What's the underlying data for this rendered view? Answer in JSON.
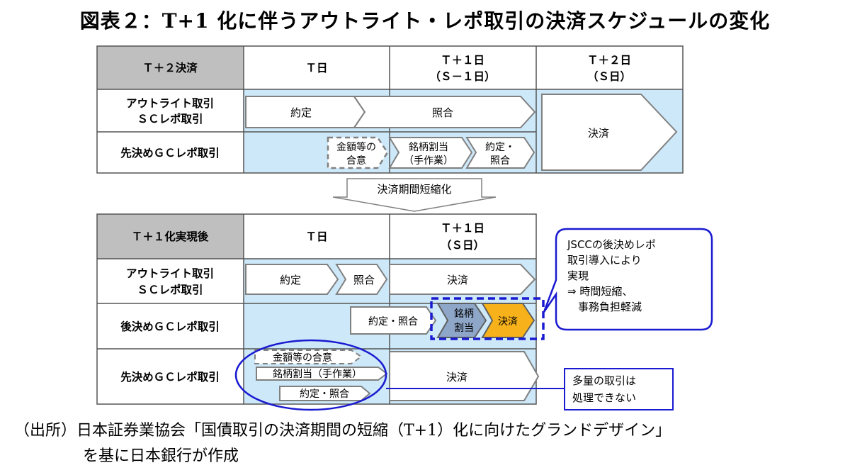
{
  "title": "図表２：T+1 化に伴うアウトライト・レポ取引の決済スケジュールの変化",
  "top": {
    "header": [
      "Ｔ＋２決済",
      "Ｔ日",
      "Ｔ＋１日",
      "（Ｓ－１日）",
      "Ｔ＋２日",
      "（Ｓ日）"
    ],
    "rows": [
      "アウトライト取引",
      "ＳＣレポ取引",
      "先決めＧＣレポ取引"
    ],
    "arrows": {
      "yakutei": "約定",
      "shogo": "照合",
      "kessai": "決済",
      "kingaku_1": "金額等の",
      "kingaku_2": "合意",
      "meigara_1": "銘柄割当",
      "meigara_2": "（手作業）",
      "yakutei_shogo_1": "約定・",
      "yakutei_shogo_2": "照合"
    }
  },
  "middle_arrow": "決済期間短縮化",
  "bottom": {
    "header": [
      "Ｔ＋１化実現後",
      "Ｔ日",
      "Ｔ＋１日",
      "（Ｓ日）"
    ],
    "rows": [
      "アウトライト取引",
      "ＳＣレポ取引",
      "後決めＧＣレポ取引",
      "先決めＧＣレポ取引"
    ],
    "arrows": {
      "yakutei": "約定",
      "shogo": "照合",
      "kessai": "決済",
      "yakutei_shogo": "約定・照合",
      "meigara_1": "銘柄",
      "meigara_2": "割当",
      "kessai_orange": "決済",
      "kingaku_goui": "金額等の合意",
      "meigara_tesagyou": "銘柄割当（手作業）",
      "yakutei_shogo_small": "約定・照合",
      "kessai_2": "決済"
    }
  },
  "callouts": {
    "jscc": [
      "JSCCの後決めレポ",
      "取引導入により",
      "実現",
      "⇒ 時間短縮、",
      "　事務負担軽減"
    ],
    "many": [
      "多量の取引は",
      "処理できない"
    ]
  },
  "source": {
    "line1": "（出所）日本証券業協会「国債取引の決済期間の短縮（T+1）化に向けたグランドデザイン」",
    "line2": "を基に日本銀行が作成"
  },
  "colors": {
    "header_gray": "#bfbfbf",
    "cell_blue": "#cde8f8",
    "arrow_orange": "#f7b21b",
    "arrow_steel": "#8ea6c8",
    "callout_blue": "#1a1ad0",
    "arrow_outline": "#808080"
  }
}
